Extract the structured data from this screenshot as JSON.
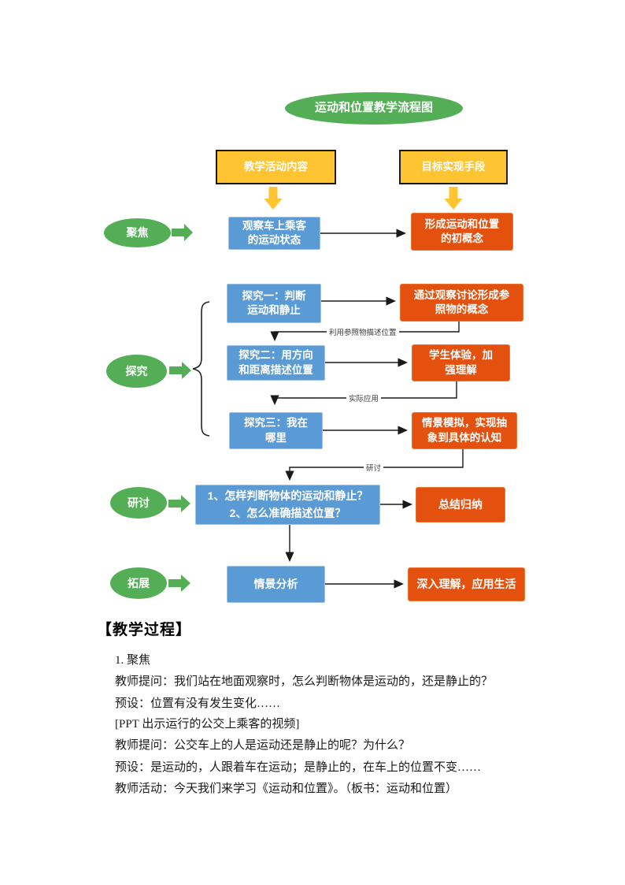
{
  "flowchart": {
    "title": "运动和位置教学流程图",
    "headers": {
      "activity": "教学活动内容",
      "target": "目标实现手段"
    },
    "stages": {
      "s1": "聚焦",
      "s2": "探究",
      "s3": "研讨",
      "s4": "拓展"
    },
    "boxes": {
      "blue1": "观察车上乘客\n的运动状态",
      "orange1": "形成运动和位置\n的初概念",
      "blue2": "探究一：判断\n运动和静止",
      "orange2": "通过观察讨论形成参\n照物的概念",
      "blue3": "探究二：用方向\n和距离描述位置",
      "orange3": "学生体验，加\n强理解",
      "blue4": "探究三：我在\n哪里",
      "orange4": "情景模拟，实现抽\n象到具体的认知",
      "blue5": "1、怎样判断物体的运动和静止？\n2、怎么准确描述位置？",
      "orange5": "总结归纳",
      "blue6": "情景分析",
      "orange6": "深入理解，应用生活"
    },
    "connector_labels": {
      "c1": "利用参照物描述位置",
      "c2": "实际应用",
      "c3": "研讨"
    },
    "colors": {
      "green": "#53ae56",
      "yellow": "#ffc431",
      "blue": "#5b9bd5",
      "orange": "#e4500e"
    }
  },
  "document": {
    "heading": "【教学过程】",
    "lines": [
      "1. 聚焦",
      "教师提问：我们站在地面观察时，怎么判断物体是运动的，还是静止的？",
      "预设：位置有没有发生变化……",
      "[PPT 出示运行的公交上乘客的视频]",
      "教师提问：公交车上的人是运动还是静止的呢？为什么？",
      "预设：是运动的，人跟着车在运动；是静止的，在车上的位置不变……",
      "教师活动：今天我们来学习《运动和位置》。（板书：运动和位置）"
    ]
  }
}
